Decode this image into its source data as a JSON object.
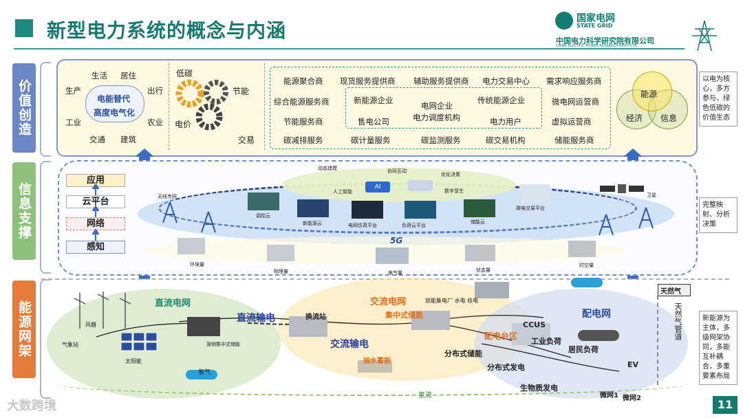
{
  "header": {
    "title": "新型电力系统的概念与内涵",
    "logo_cn": "国家电网",
    "logo_en": "STATE GRID",
    "institute_cn": "中国电力科学研究院有限公司",
    "institute_en": "CHINA ELECTRIC POWER RESEARCH INSTITUTE"
  },
  "labels": {
    "value": "价值创造",
    "info": "信息支撑",
    "net": "能源网架"
  },
  "notes": {
    "value": "以电为核心，多方参与，绿色低碳的价值生态",
    "info": "完整映射、分析决策",
    "net": "新能源为主体，多级网架协同，多能互补耦合，多重要素布局"
  },
  "value": {
    "circle_items": [
      "生活",
      "居住",
      "生产",
      "出行",
      "工业",
      "农业",
      "交通",
      "建筑"
    ],
    "center": [
      "电能替代",
      "高度电气化"
    ],
    "gear_items": [
      "低碳",
      "节能",
      "电价",
      "交易"
    ],
    "services": [
      [
        "能源聚合商",
        "现货服务提供商",
        "辅助服务提供商",
        "电力交易中心",
        "需求响应服务商"
      ],
      [
        "综合能源服务商",
        "新能源企业",
        "电网企业",
        "传统能源企业",
        "微电网运营商"
      ],
      [
        "节能服务商",
        "售电公司",
        "电力调度机构",
        "电力用户",
        "虚拟运营商"
      ],
      [
        "碳减排服务",
        "碳计量服务",
        "碳监测服务",
        "碳交易机构",
        "储能服务商"
      ]
    ],
    "venn": [
      "能源",
      "经济",
      "信息"
    ]
  },
  "info": {
    "layers": [
      "应用",
      "云平台",
      "网络",
      "感知"
    ],
    "top": [
      "动态建模",
      "协同互动",
      "优化决策",
      "人工智能",
      "AI",
      "数字孪生"
    ],
    "cloud": [
      "无线专网",
      "调控云",
      "新能源云",
      "电网仿真平台",
      "负荷云平台",
      "储能云",
      "碳电交易平台",
      "卫星"
    ],
    "sense": [
      "环境量",
      "物理量",
      "电气量",
      "状态量",
      "时空量"
    ],
    "net5g": "5G"
  },
  "net": {
    "labels": [
      "直流电网",
      "风器",
      "气象站",
      "太阳能",
      "源侧集中式储能",
      "直流输电",
      "换流站",
      "交流电网",
      "集中式储能",
      "就能集电厂 水电 核电",
      "交流输电",
      "抽水蓄能",
      "氢气",
      "分布式储能",
      "配电台区",
      "CCUS",
      "工业负荷",
      "居民负荷",
      "分布式发电",
      "生物质发电",
      "EV",
      "微网1",
      "微网2",
      "配电网",
      "天然气",
      "天然气管道",
      "氢流"
    ]
  },
  "watermark": "大数跨境",
  "page_number": "11",
  "colors": {
    "teal": "#177a6f",
    "blue": "#6a86c4",
    "green": "#8ec17b",
    "orange": "#e47b3a",
    "arrow": "#3a6cc6"
  }
}
